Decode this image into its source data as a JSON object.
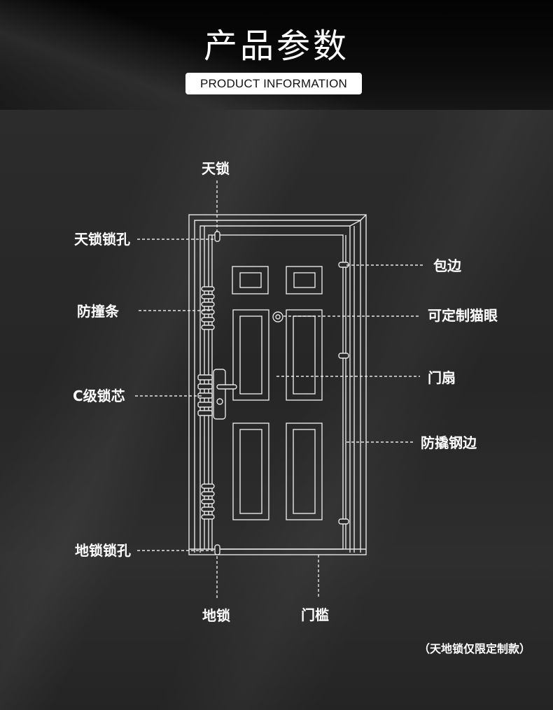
{
  "header": {
    "title": "产品参数",
    "subtitle": "PRODUCT INFORMATION"
  },
  "labels": {
    "top_lock": "天锁",
    "top_lock_hole": "天锁锁孔",
    "anti_collision_strip": "防撞条",
    "lock_cylinder": "C级锁芯",
    "bottom_lock_hole": "地锁锁孔",
    "bottom_lock": "地锁",
    "threshold": "门槛",
    "edging": "包边",
    "peephole": "可定制猫眼",
    "door_leaf": "门扇",
    "anti_pry_edge": "防撬钢边"
  },
  "note": "（天地锁仅限定制款）",
  "colors": {
    "leader": "#d0021b",
    "line": "#e6e6e6",
    "background": "#262626"
  }
}
